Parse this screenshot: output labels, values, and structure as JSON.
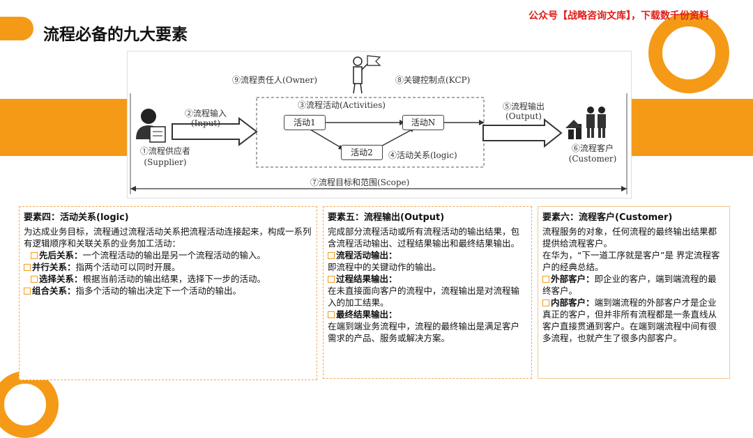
{
  "page": {
    "title": "流程必备的九大要素",
    "watermark": "公众号【战略咨询文库】，下载数千份资料"
  },
  "diagram": {
    "owner": "⑨流程责任人(Owner)",
    "kcp": "⑧关键控制点(KCP)",
    "input_label": "②流程输入",
    "input_en": "(Input)",
    "activities": "③流程活动(Activities)",
    "output_label": "⑤流程输出",
    "output_en": "(Output)",
    "act1": "活动1",
    "actN": "活动N",
    "act2": "活动2",
    "logic": "④活动关系(logic)",
    "supplier": "①流程供应者",
    "supplier_en": "(Supplier)",
    "customer": "⑥流程客户",
    "customer_en": "(Customer)",
    "scope": "⑦流程目标和范围(Scope)"
  },
  "panels": {
    "p4": {
      "title": "要素四：活动关系(logic)",
      "intro": "为达成业务目标，流程通过流程活动关系把流程活动连接起来，构成一系列有逻辑顺序和关联关系的业务加工活动：",
      "items": [
        {
          "head": "先后关系：",
          "text": "一个流程活动的输出是另一个流程活动的输入。"
        },
        {
          "head": "并行关系：",
          "text": "指两个活动可以同时开展。"
        },
        {
          "head": "选择关系：",
          "text": "根据当前活动的输出结果，选择下一步的活动。"
        },
        {
          "head": "组合关系：",
          "text": "指多个活动的输出决定下一个活动的输出。"
        }
      ]
    },
    "p5": {
      "title": "要素五：流程输出(Output)",
      "intro": "完成部分流程活动或所有流程活动的输出结果，包含流程活动输出、过程结果输出和最终结果输出。",
      "items": [
        {
          "head": "流程活动输出：",
          "text": "即流程中的关键动作的输出。"
        },
        {
          "head": "过程结果输出：",
          "text": "在未直接面向客户的流程中，流程输出是对流程输入的加工结果。"
        },
        {
          "head": "最终结果输出：",
          "text": "在端到端业务流程中，流程的最终输出是满足客户需求的产品、服务或解决方案。"
        }
      ]
    },
    "p6": {
      "title": "要素六：流程客户(Customer)",
      "intro": "流程服务的对象，任何流程的最终输出结果都提供给流程客户。",
      "intro2": "在华为，“下一道工序就是客户”是 界定流程客户的经典总结。",
      "items": [
        {
          "head": "外部客户：",
          "text": "即企业的客户，端到端流程的最终客户。"
        },
        {
          "head": "内部客户：",
          "text": "端到端流程的外部客户才是企业真正的客户，但并非所有流程都是一条直线从客户直接贯通到客户。在端到端流程中间有很多流程，也就产生了很多内部客户。"
        }
      ]
    }
  },
  "colors": {
    "accent": "#f59a16",
    "watermark": "#e0201b",
    "panel_border": "#f4a94f"
  }
}
